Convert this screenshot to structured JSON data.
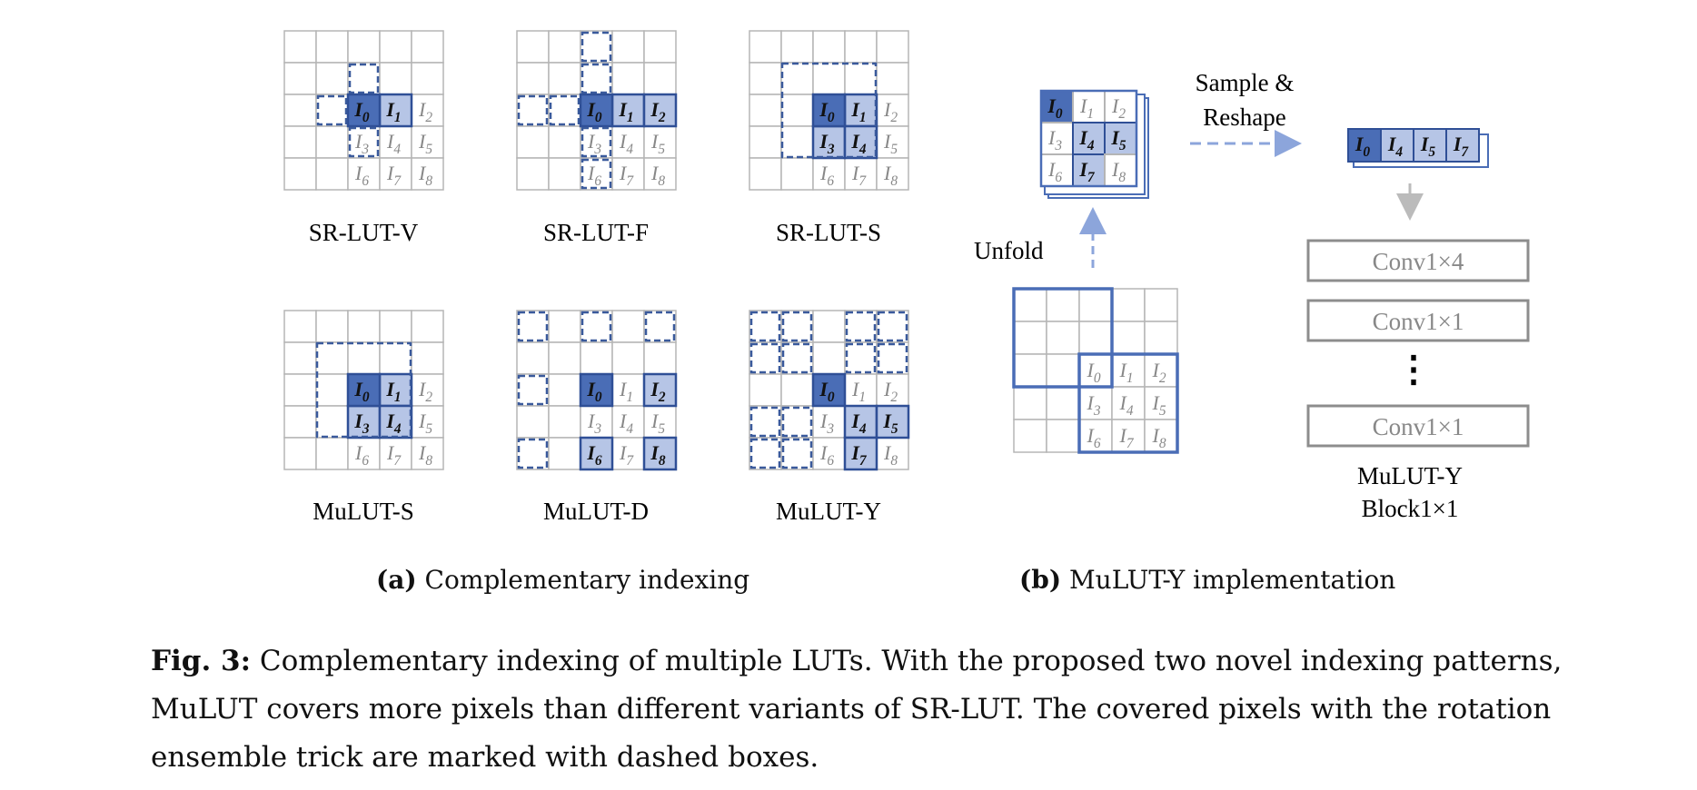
{
  "figure": {
    "panels": [
      {
        "id": "sr-lut-v",
        "label": "SR-LUT-V"
      },
      {
        "id": "sr-lut-f",
        "label": "SR-LUT-F"
      },
      {
        "id": "sr-lut-s",
        "label": "SR-LUT-S"
      },
      {
        "id": "mulut-s",
        "label": "MuLUT-S"
      },
      {
        "id": "mulut-d",
        "label": "MuLUT-D"
      },
      {
        "id": "mulut-y",
        "label": "MuLUT-Y"
      }
    ],
    "pixel_labels": [
      "I0",
      "I1",
      "I2",
      "I3",
      "I4",
      "I5",
      "I6",
      "I7",
      "I8"
    ],
    "impl": {
      "unfold_label": "Unfold",
      "sample_label_line1": "Sample &",
      "sample_label_line2": "Reshape",
      "sampled_indices": [
        "I0",
        "I4",
        "I5",
        "I7"
      ],
      "layers": [
        "Conv1×4",
        "Conv1×1",
        "Conv1×1"
      ],
      "ellipsis": "⋮",
      "block_label_line1": "MuLUT-Y",
      "block_label_line2": "Block1×1"
    },
    "subcaption_a_letter": "(a)",
    "subcaption_a_text": "Complementary indexing",
    "subcaption_b_letter": "(b)",
    "subcaption_b_text": "MuLUT-Y implementation"
  },
  "caption": {
    "label": "Fig. 3:",
    "text": "Complementary indexing of multiple LUTs. With the proposed two novel indexing patterns, MuLUT covers more pixels than different variants of SR-LUT. The covered pixels with the rotation ensemble trick are marked with dashed boxes."
  },
  "colors": {
    "dark_blue": "#4a6db6",
    "light_blue": "#b6c5e6",
    "border_blue": "#2f4f96",
    "grid_gray": "#b5b5b5",
    "dashed_blue": "#3a5a9c",
    "gray_text": "#888888"
  }
}
